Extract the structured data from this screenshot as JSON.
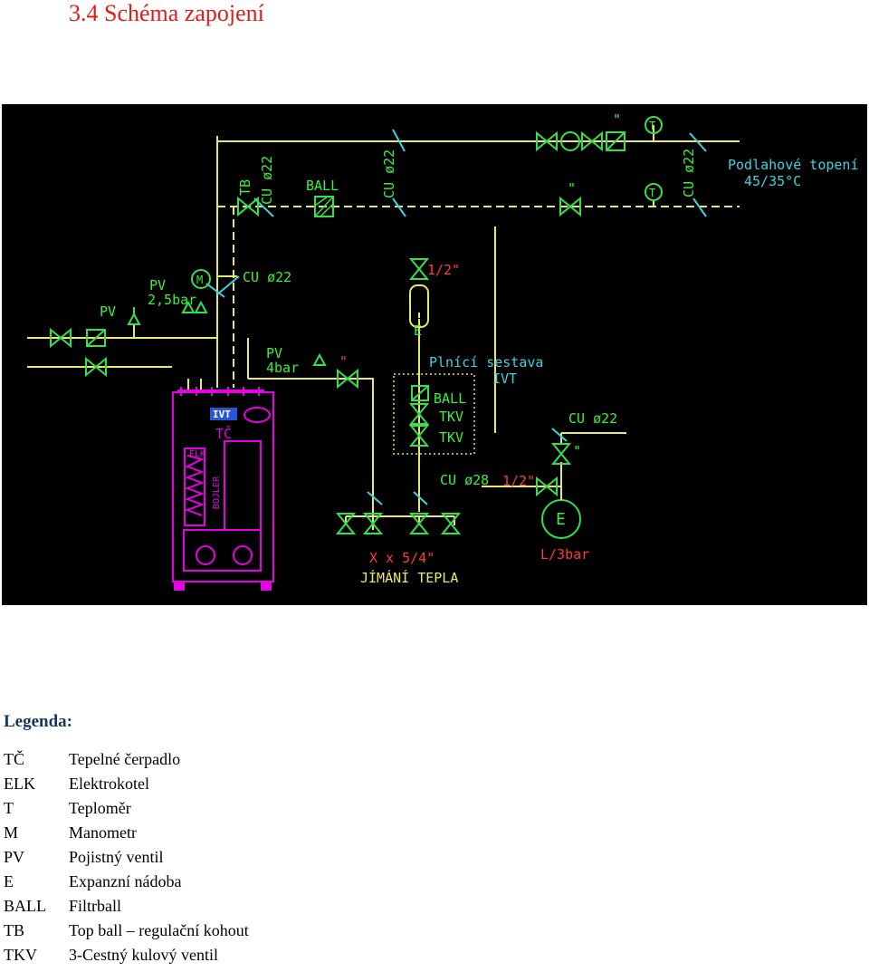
{
  "heading": "3.4 Schéma zapojení",
  "colors": {
    "pipe": "#e8e86a",
    "cyan": "#3ed3e0",
    "green": "#35e04a",
    "magenta": "#e600e6",
    "red": "#ff3b3b",
    "text_green": "#3cf03c"
  },
  "diagram": {
    "labels": {
      "tb": "TB",
      "cu22_a": "CU ø22",
      "ball_top": "BALL",
      "cu22_b": "CU ø22",
      "quote_top": "\"",
      "t_upper": "T",
      "t_lower": "T",
      "quote_mid": "\"",
      "cu22_right": "CU ø22",
      "floor_heating_1": "Podlahové topení",
      "floor_heating_2": "45/35°C",
      "pv_left": "PV",
      "pv_25_1": "PV",
      "pv_25_2": "2,5bar",
      "m": "M",
      "cu22_m": "CU ø22",
      "half_top": "1/2\"",
      "e_tank": "E",
      "pv_4_1": "PV",
      "pv_4_2": "4bar",
      "quote_pv4": "\"",
      "fill_1": "Plnící sestava",
      "fill_2": "IVT",
      "ball_fill": "BALL",
      "tkv_1": "TKV",
      "tkv_2": "TKV",
      "cu22_lower": "CU ø22",
      "quote_lower": "\"",
      "cu28": "CU ø28",
      "half_mid": "1/2\"",
      "e_big": "E",
      "l3bar": "L/3bar",
      "xx": "X x 5/4\"",
      "jimani": "JÍMÁNÍ TEPLA",
      "tc": "TČ",
      "elk": "ELK",
      "bojler": "BOJLER",
      "ivt_logo": "IVT"
    }
  },
  "legend": {
    "title": "Legenda:",
    "items": [
      {
        "abbr": "TČ",
        "text": "Tepelné čerpadlo"
      },
      {
        "abbr": "ELK",
        "text": "Elektrokotel"
      },
      {
        "abbr": "T",
        "text": "Teploměr"
      },
      {
        "abbr": "M",
        "text": "Manometr"
      },
      {
        "abbr": "PV",
        "text": "Pojistný ventil"
      },
      {
        "abbr": "E",
        "text": "Expanzní nádoba"
      },
      {
        "abbr": "BALL",
        "text": "Filtrball"
      },
      {
        "abbr": "TB",
        "text": "Top ball – regulační kohout"
      },
      {
        "abbr": "TKV",
        "text": "3-Cestný kulový ventil"
      }
    ]
  }
}
